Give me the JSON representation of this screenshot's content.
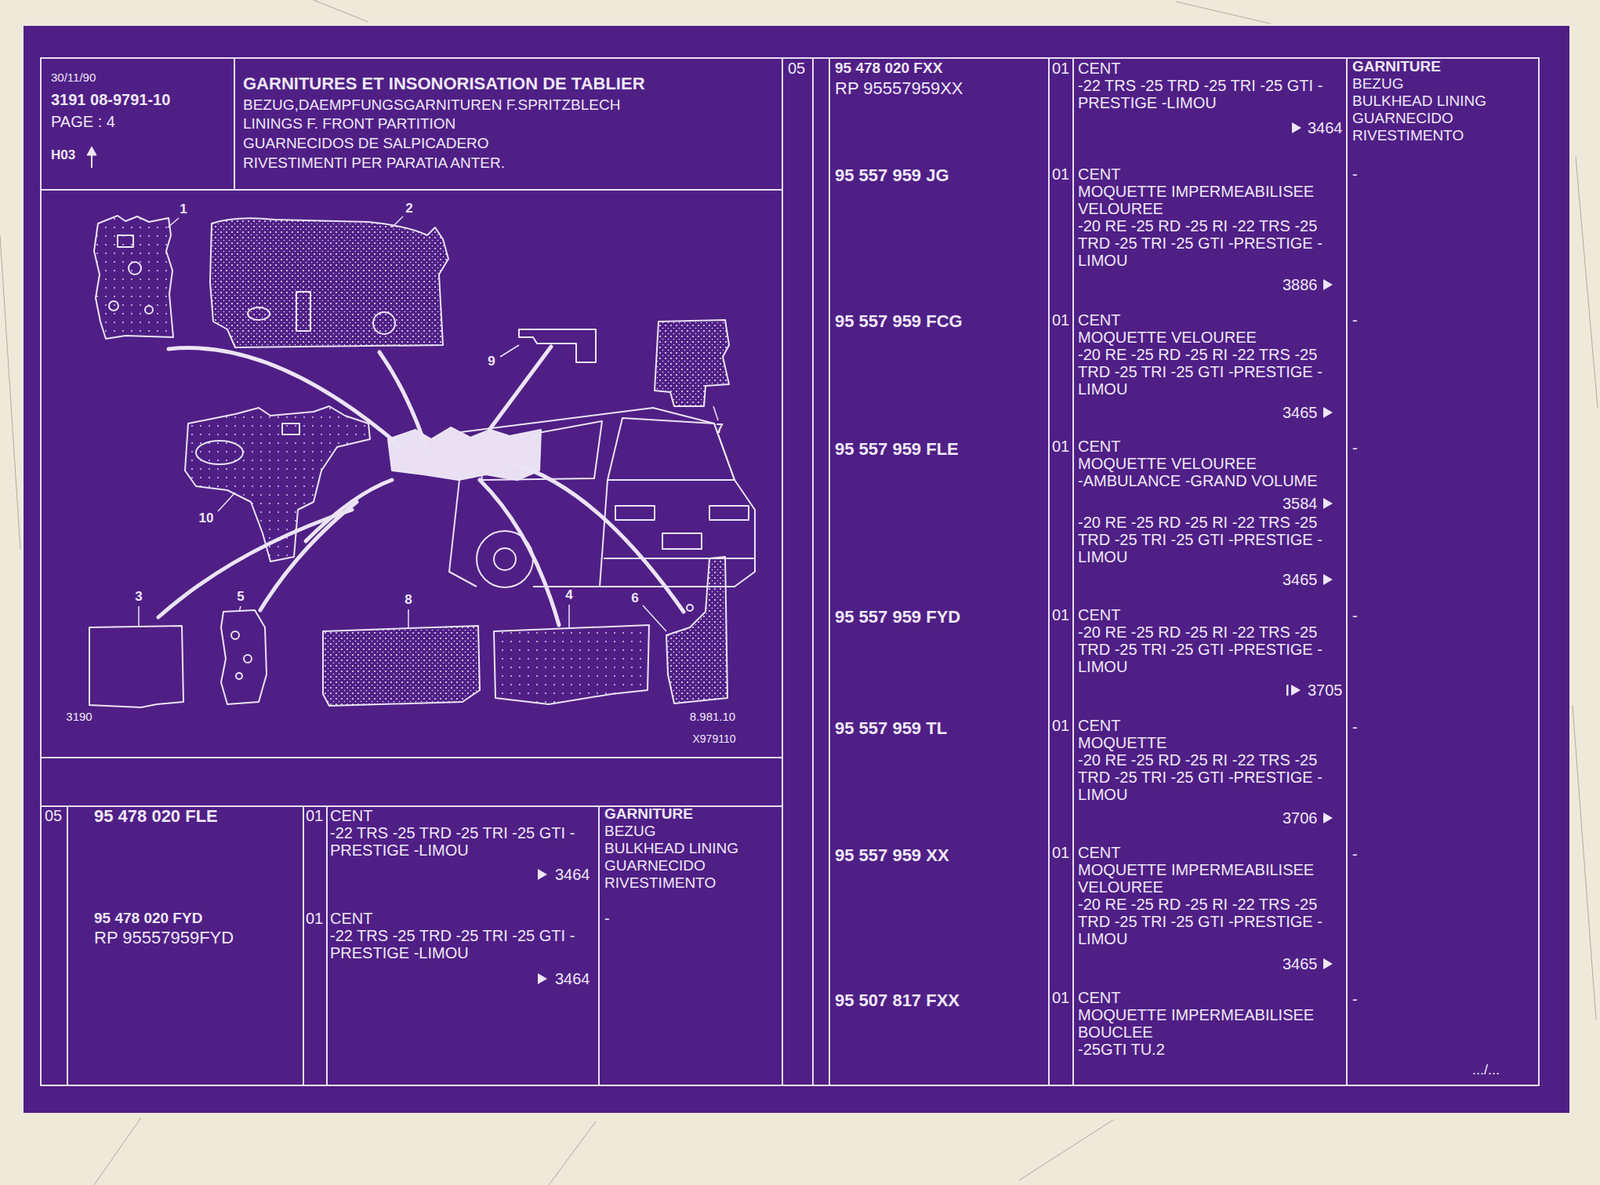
{
  "diagram": {
    "title": "GARNITURES ET INSONORISATION DE TABLIER",
    "nodes": [
      {
        "text": [
          "30/11/90",
          "3191 08-9791-10",
          "PAGE : 4",
          "H03"
        ]
      },
      {
        "text": [
          "BEZUG,DAEMPFUNGSGARNITUREN F.SPRITZBLECH",
          "LININGS F. FRONT PARTITION",
          "GUARNECIDOS DE SALPICADERO",
          "RIVESTIMENTI PER PARATIA ANTER."
        ]
      }
    ],
    "labels": [
      "05",
      "95 478 020 FLE",
      "01",
      "CENT",
      "-22 TRS -25 TRD -25 TRI -25 GTI -PRESTIGE -LIMOU",
      "3464",
      "GARNITURE",
      "BEZUG",
      "BULKHEAD LINING",
      "GUARNECIDO",
      "RIVESTIMENTO",
      "95 478 020 FYD",
      "RP 95557959FYD",
      "01",
      "CENT",
      "-22 TRS -25 TRD -25 TRI -25 GTI -PRESTIGE -LIMOU",
      "3464",
      "-",
      "05",
      "95 478 020 FXX",
      "RP 95557959XX",
      "01",
      "CENT",
      "-22 TRS -25 TRD -25 TRI -25 GTI -PRESTIGE -LIMOU",
      "3464",
      "GARNITURE",
      "BEZUG",
      "BULKHEAD LINING",
      "GUARNECIDO",
      "RIVESTIMENTO",
      "95 557 959 JG",
      "01",
      "CENT",
      "MOQUETTE IMPERMEABILISEE VELOUREE",
      "-20 RE -25 RD -25 RI -22 TRS -25 TRD -25 TRI -25 GTI -PRESTIGE -LIMOU",
      "3886",
      "-",
      "95 557 959 FCG",
      "01",
      "CENT",
      "MOQUETTE VELOUREE",
      "-20 RE -25 RD -25 RI -22 TRS -25 TRD -25 TRI -25 GTI -PRESTIGE -LIMOU",
      "3465",
      "-",
      "95 557 959 FLE",
      "01",
      "CENT",
      "MOQUETTE VELOUREE",
      "-AMBULANCE -GRAND VOLUME",
      "3584",
      "-20 RE -25 RD -25 RI -22 TRS -25 TRD -25 TRI -25 GTI -PRESTIGE -LIMOU",
      "3465",
      "-",
      "95 557 959 FYD",
      "01",
      "CENT",
      "-20 RE -25 RD -25 RI -22 TRS -25 TRD -25 TRI -25 GTI -PRESTIGE -LIMOU",
      "3705",
      "-",
      "95 557 959 TL",
      "01",
      "CENT",
      "MOQUETTE",
      "-20 RE -25 RD -25 RI -22 TRS -25 TRD -25 TRI -25 GTI -PRESTIGE -LIMOU",
      "3706",
      "-",
      "95 557 959 XX",
      "01",
      "CENT",
      "MOQUETTE IMPERMEABILISEE VELOUREE",
      "-20 RE -25 RD -25 RI -22 TRS -25 TRD -25 TRI -25 GTI -PRESTIGE -LIMOU",
      "3465",
      "-",
      "95 507 817 FXX",
      "01",
      "CENT",
      "MOQUETTE IMPERMEABILISEE BOUCLEE",
      "-25GTI TU.2",
      "-",
      ".../...",
      "1",
      "2",
      "9",
      "7",
      "10",
      "3",
      "5",
      "8",
      "4",
      "6",
      "3190",
      "8.981.10",
      "X979110"
    ]
  }
}
